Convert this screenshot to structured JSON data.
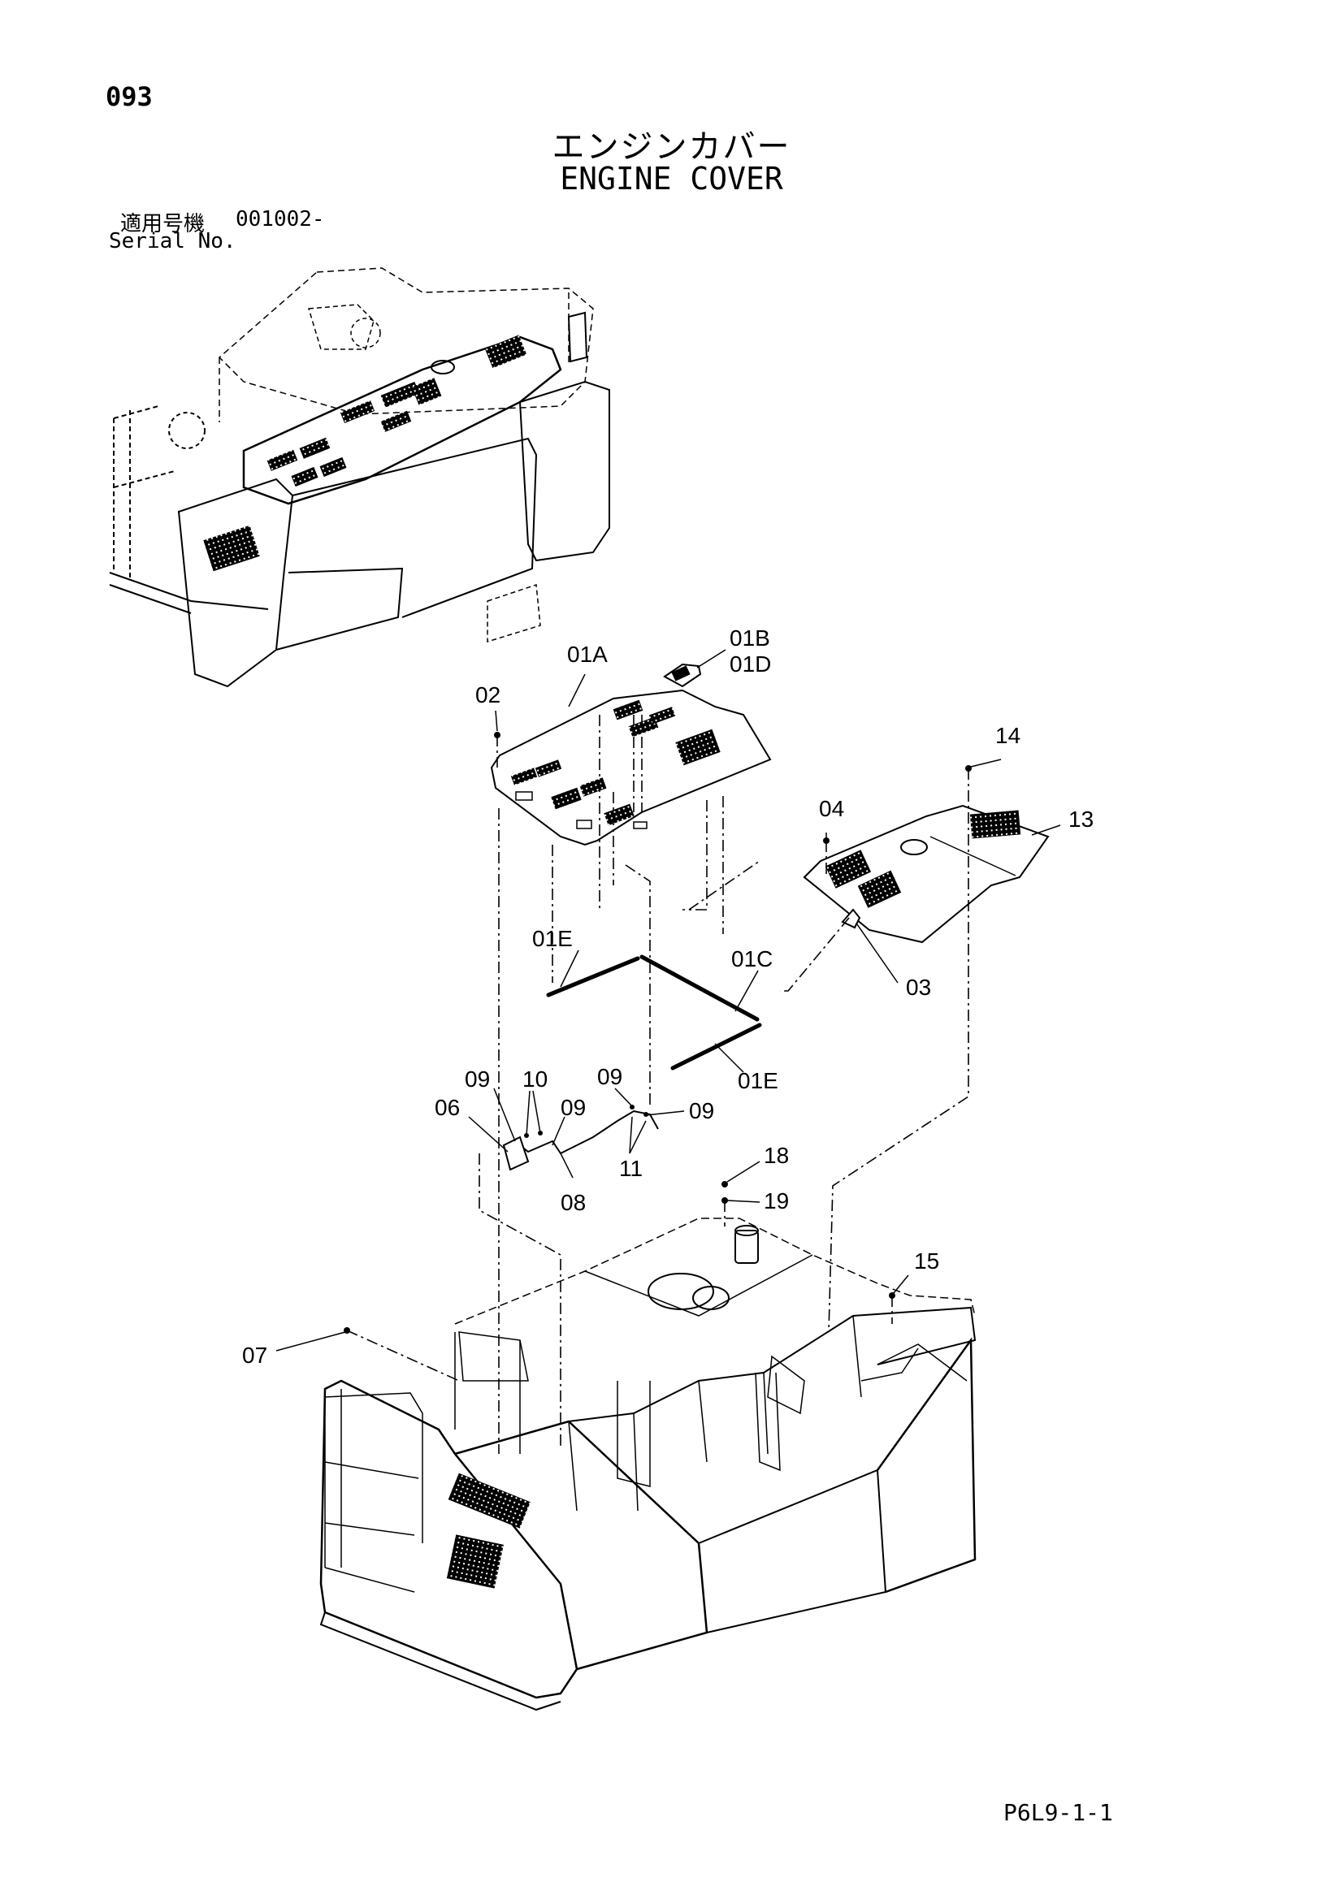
{
  "page_number": "093",
  "title_jp": "エンジンカバー",
  "title_en": "ENGINE COVER",
  "serial": {
    "label_jp": "適用号機",
    "value": "001002-",
    "label_en": "Serial No."
  },
  "doc_code": "P6L9-1-1",
  "callouts": [
    {
      "id": "01A",
      "label": "01A"
    },
    {
      "id": "01B",
      "label": "01B"
    },
    {
      "id": "01D",
      "label": "01D"
    },
    {
      "id": "02",
      "label": "02"
    },
    {
      "id": "14",
      "label": "14"
    },
    {
      "id": "13",
      "label": "13"
    },
    {
      "id": "04",
      "label": "04"
    },
    {
      "id": "01E-a",
      "label": "01E"
    },
    {
      "id": "01C",
      "label": "01C"
    },
    {
      "id": "03",
      "label": "03"
    },
    {
      "id": "01E-b",
      "label": "01E"
    },
    {
      "id": "09-a",
      "label": "09"
    },
    {
      "id": "10",
      "label": "10"
    },
    {
      "id": "09-b",
      "label": "09"
    },
    {
      "id": "06",
      "label": "06"
    },
    {
      "id": "09-c",
      "label": "09"
    },
    {
      "id": "09-d",
      "label": "09"
    },
    {
      "id": "11",
      "label": "11"
    },
    {
      "id": "08",
      "label": "08"
    },
    {
      "id": "18",
      "label": "18"
    },
    {
      "id": "19",
      "label": "19"
    },
    {
      "id": "15",
      "label": "15"
    },
    {
      "id": "07",
      "label": "07"
    }
  ]
}
